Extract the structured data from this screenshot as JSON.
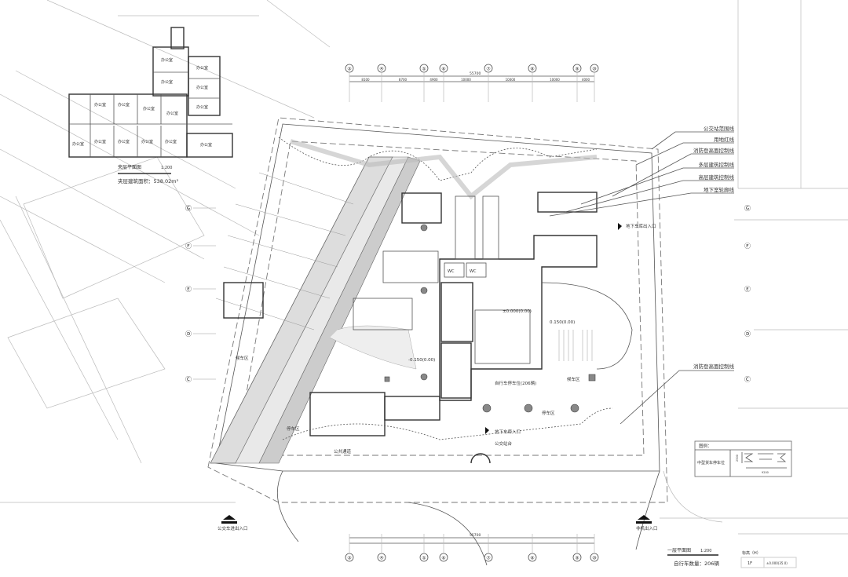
{
  "legend_lines": [
    "公交站范围线",
    "用地红线",
    "消防登高面控制线",
    "多层建筑控制线",
    "高层建筑控制线",
    "地下室轮廓线"
  ],
  "fire_line_label": "消防登高面控制线",
  "inset": {
    "title": "夹层平面图",
    "scale": "1:200",
    "area_label": "夹层建筑面积：538.02m²",
    "rooms": [
      "办公室",
      "办公室",
      "办公室",
      "办公室",
      "办公室",
      "办公室",
      "办公室",
      "办公室",
      "办公室",
      "办公室",
      "办公室",
      "办公室",
      "办公室",
      "办公室",
      "办公室"
    ]
  },
  "grid_columns": [
    "③",
    "④",
    "⑤",
    "⑥",
    "⑦",
    "⑧",
    "⑨",
    "⑩"
  ],
  "grid_rows": [
    "Ⓖ",
    "Ⓕ",
    "Ⓔ",
    "Ⓓ",
    "Ⓒ"
  ],
  "dimensions": {
    "total": "55700",
    "spans": [
      "8100",
      "8700",
      "4900",
      "10000",
      "10000",
      "10000",
      "4000"
    ]
  },
  "plan_labels": {
    "bike_parking": "自行车停车位(206辆)",
    "parking_area": "停车区",
    "waiting_area": "候车区",
    "garage_exit": "地下车库出入口",
    "garage_entry": "地下车库入口",
    "bus_entry": "公交车进出入口",
    "bike_entry": "非机出入口",
    "wc1": "WC",
    "wc2": "WC",
    "elev1": "-0.150(0.00)",
    "elev2": "±0.000(0.00)",
    "elev3": "0.150(0.00)",
    "bus_stop": "公交站台",
    "bus_stop2": "公共通道"
  },
  "legend_box": {
    "title": "图例：",
    "item": "中型货车停车位",
    "dim_v": "2500",
    "dim_h": "9200"
  },
  "title_block": {
    "title": "一层平面图",
    "scale": "1:200",
    "bike_count": "自行车数量：206辆"
  },
  "level_table": {
    "header": "标高（H）",
    "floor": "1F",
    "value": "±0.000(35.0)"
  }
}
